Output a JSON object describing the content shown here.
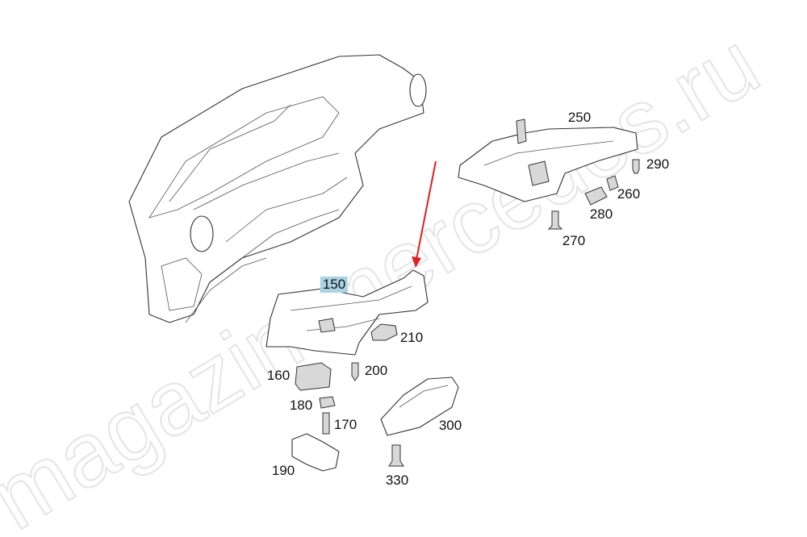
{
  "watermark": "magazin-mercedes.ru",
  "highlight_color": "#a9d3e4",
  "arrow_color": "#e02020",
  "labels": {
    "p150": "150",
    "p160": "160",
    "p170": "170",
    "p180": "180",
    "p190": "190",
    "p200": "200",
    "p210": "210",
    "p250": "250",
    "p260": "260",
    "p270": "270",
    "p280": "280",
    "p290": "290",
    "p300": "300",
    "p330": "330"
  }
}
